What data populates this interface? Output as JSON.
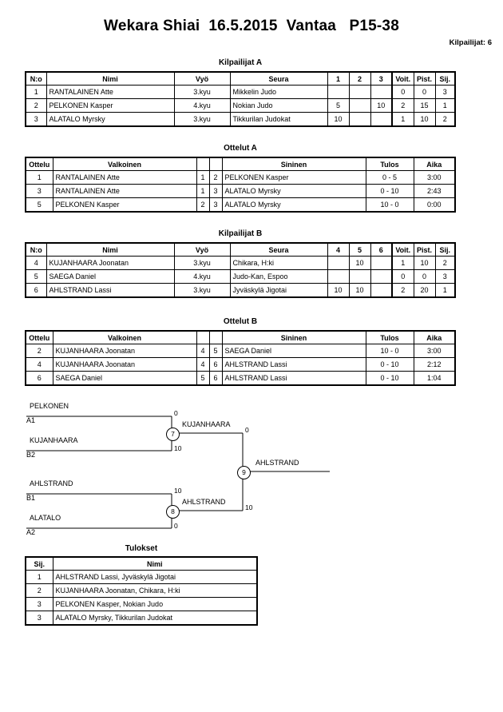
{
  "header": {
    "title": "Wekara Shiai  16.5.2015  Vantaa   P15-38",
    "entrants_label": "Kilpailijat: 6"
  },
  "pool_a": {
    "caption": "Kilpailijat A",
    "columns": [
      "N:o",
      "Nimi",
      "Vyö",
      "Seura",
      "1",
      "2",
      "3",
      "Voit.",
      "Pist.",
      "Sij."
    ],
    "rows": [
      {
        "no": "1",
        "name": "RANTALAINEN Atte",
        "belt": "3.kyu",
        "club": "Mikkelin Judo",
        "m1": "",
        "m2": "",
        "m3": "",
        "wins": "0",
        "points": "0",
        "rank": "3"
      },
      {
        "no": "2",
        "name": "PELKONEN Kasper",
        "belt": "4.kyu",
        "club": "Nokian Judo",
        "m1": "5",
        "m2": "",
        "m3": "10",
        "wins": "2",
        "points": "15",
        "rank": "1"
      },
      {
        "no": "3",
        "name": "ALATALO Myrsky",
        "belt": "3.kyu",
        "club": "Tikkurilan Judokat",
        "m1": "10",
        "m2": "",
        "m3": "",
        "wins": "1",
        "points": "10",
        "rank": "2"
      }
    ]
  },
  "matches_a": {
    "caption": "Ottelut A",
    "columns": [
      "Ottelu",
      "Valkoinen",
      "",
      "",
      "Sininen",
      "Tulos",
      "Aika"
    ],
    "rows": [
      {
        "match": "1",
        "white": "RANTALAINEN Atte",
        "white_no": "1",
        "blue_no": "2",
        "blue": "PELKONEN Kasper",
        "result": "0 - 5",
        "time": "3:00"
      },
      {
        "match": "3",
        "white": "RANTALAINEN Atte",
        "white_no": "1",
        "blue_no": "3",
        "blue": "ALATALO Myrsky",
        "result": "0 - 10",
        "time": "2:43"
      },
      {
        "match": "5",
        "white": "PELKONEN Kasper",
        "white_no": "2",
        "blue_no": "3",
        "blue": "ALATALO Myrsky",
        "result": "10 - 0",
        "time": "0:00"
      }
    ]
  },
  "pool_b": {
    "caption": "Kilpailijat B",
    "columns": [
      "N:o",
      "Nimi",
      "Vyö",
      "Seura",
      "4",
      "5",
      "6",
      "Voit.",
      "Pist.",
      "Sij."
    ],
    "rows": [
      {
        "no": "4",
        "name": "KUJANHAARA Joonatan",
        "belt": "3.kyu",
        "club": "Chikara, H:ki",
        "m1": "",
        "m2": "10",
        "m3": "",
        "wins": "1",
        "points": "10",
        "rank": "2"
      },
      {
        "no": "5",
        "name": "SAEGA Daniel",
        "belt": "4.kyu",
        "club": "Judo-Kan, Espoo",
        "m1": "",
        "m2": "",
        "m3": "",
        "wins": "0",
        "points": "0",
        "rank": "3"
      },
      {
        "no": "6",
        "name": "AHLSTRAND Lassi",
        "belt": "3.kyu",
        "club": "Jyväskylä Jigotai",
        "m1": "10",
        "m2": "10",
        "m3": "",
        "wins": "2",
        "points": "20",
        "rank": "1"
      }
    ]
  },
  "matches_b": {
    "caption": "Ottelut B",
    "columns": [
      "Ottelu",
      "Valkoinen",
      "",
      "",
      "Sininen",
      "Tulos",
      "Aika"
    ],
    "rows": [
      {
        "match": "2",
        "white": "KUJANHAARA Joonatan",
        "white_no": "4",
        "blue_no": "5",
        "blue": "SAEGA Daniel",
        "result": "10 - 0",
        "time": "3:00"
      },
      {
        "match": "4",
        "white": "KUJANHAARA Joonatan",
        "white_no": "4",
        "blue_no": "6",
        "blue": "AHLSTRAND Lassi",
        "result": "0 - 10",
        "time": "2:12"
      },
      {
        "match": "6",
        "white": "SAEGA Daniel",
        "white_no": "5",
        "blue_no": "6",
        "blue": "AHLSTRAND Lassi",
        "result": "0 - 10",
        "time": "1:04"
      }
    ]
  },
  "bracket": {
    "entries": [
      {
        "name": "PELKONEN",
        "seed": "A1"
      },
      {
        "name": "KUJANHAARA",
        "seed": "B2"
      },
      {
        "name": "AHLSTRAND",
        "seed": "B1"
      },
      {
        "name": "ALATALO",
        "seed": "A2"
      }
    ],
    "semifinal_top": {
      "number": "7",
      "winner": "KUJANHAARA",
      "top_score": "0",
      "bottom_score": "10"
    },
    "semifinal_bottom": {
      "number": "8",
      "winner": "AHLSTRAND",
      "top_score": "10",
      "bottom_score": "0"
    },
    "final": {
      "number": "9",
      "winner": "AHLSTRAND",
      "top_score": "0",
      "bottom_score": "10"
    }
  },
  "results": {
    "caption": "Tulokset",
    "columns": [
      "Sij.",
      "Nimi"
    ],
    "rows": [
      {
        "rank": "1",
        "name": "AHLSTRAND Lassi, Jyväskylä Jigotai"
      },
      {
        "rank": "2",
        "name": "KUJANHAARA Joonatan, Chikara, H:ki"
      },
      {
        "rank": "3",
        "name": "PELKONEN Kasper, Nokian Judo"
      },
      {
        "rank": "3",
        "name": "ALATALO Myrsky, Tikkurilan Judokat"
      }
    ]
  }
}
